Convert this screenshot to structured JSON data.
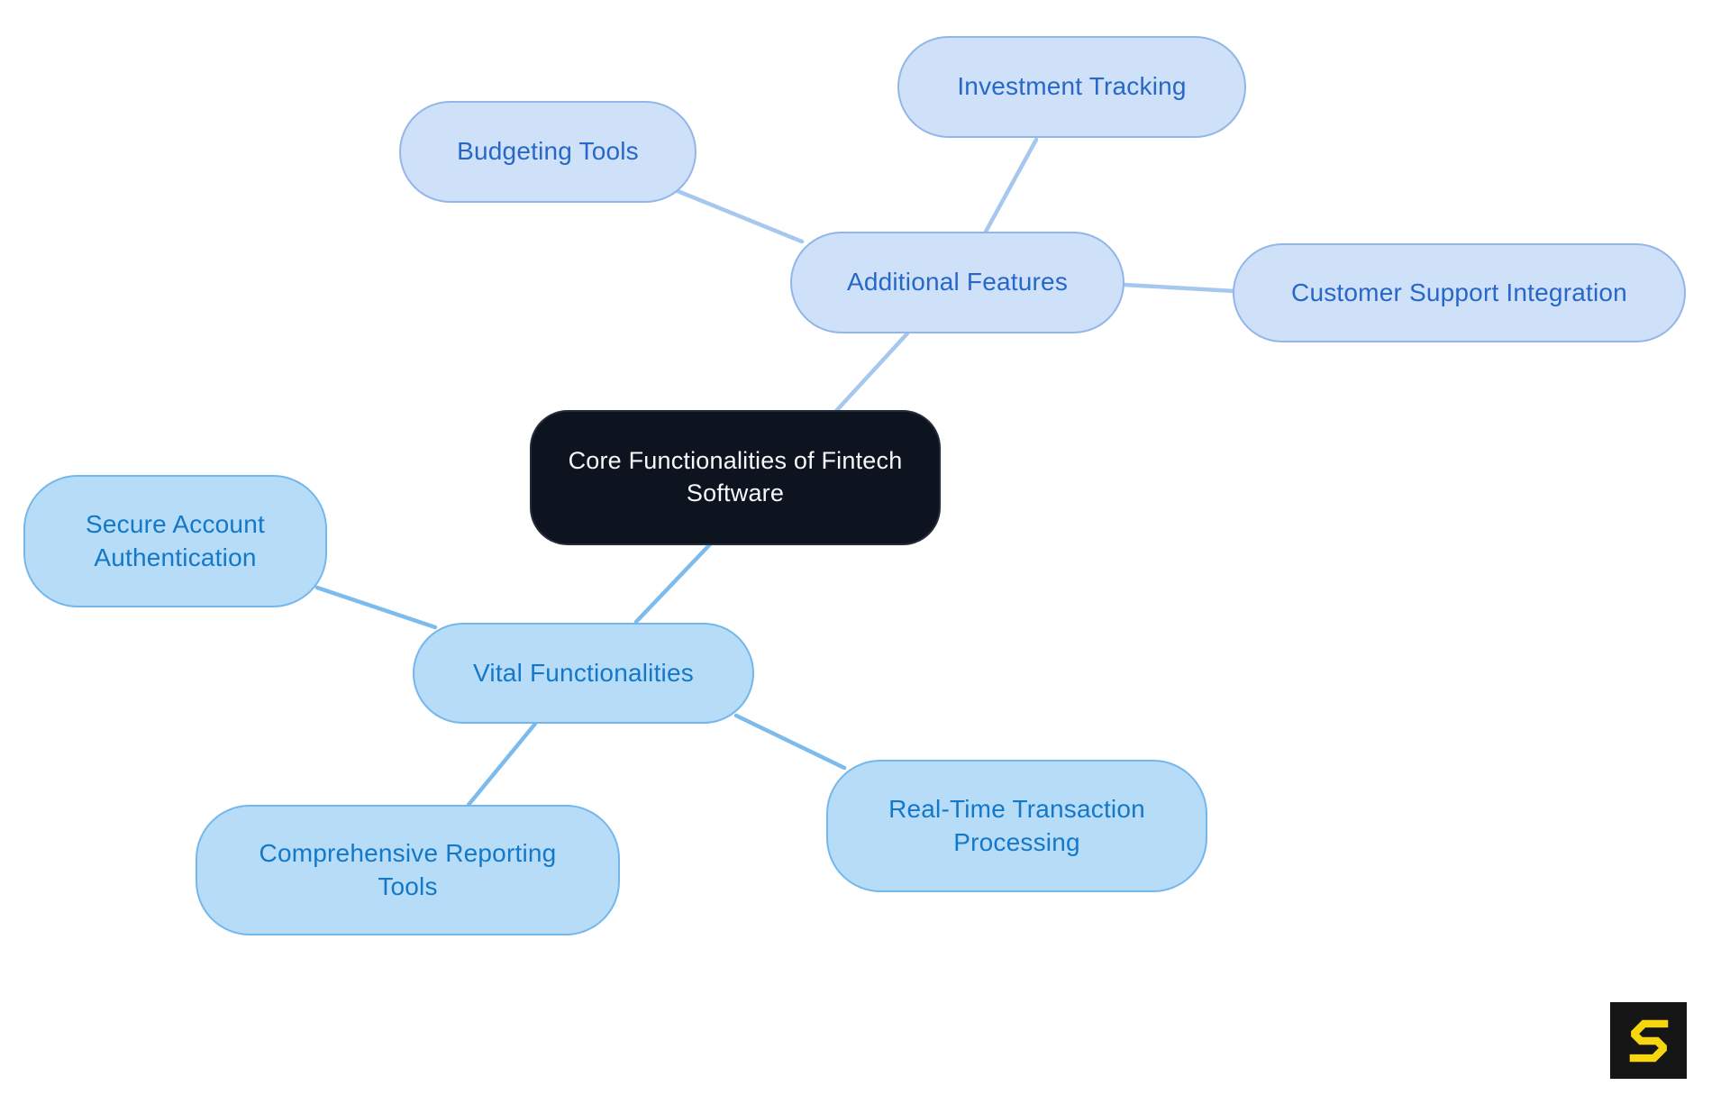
{
  "diagram": {
    "type": "mindmap",
    "root": {
      "label": "Core Functionalities of Fintech Software"
    },
    "branches": [
      {
        "label": "Additional Features",
        "children": [
          {
            "label": "Budgeting Tools"
          },
          {
            "label": "Investment Tracking"
          },
          {
            "label": "Customer Support Integration"
          }
        ]
      },
      {
        "label": "Vital Functionalities",
        "children": [
          {
            "label": "Secure Account Authentication"
          },
          {
            "label": "Comprehensive Reporting Tools"
          },
          {
            "label": "Real-Time Transaction Processing"
          }
        ]
      }
    ]
  },
  "logo": {
    "glyph": "S"
  },
  "colors": {
    "background": "#ffffff",
    "branch_top_fill": "#cfe1f9",
    "branch_top_border": "#92b6e8",
    "branch_top_text": "#2767c8",
    "line_top": "#a6c7ee",
    "branch_bottom_fill": "#b7dcf8",
    "branch_bottom_border": "#74b7ec",
    "branch_bottom_text": "#1478c8",
    "line_bottom": "#7dbbec",
    "root_fill": "#0d141f",
    "root_text": "#f7f8fa",
    "logo_bg": "#161616",
    "logo_glyph": "#f6d60e"
  }
}
